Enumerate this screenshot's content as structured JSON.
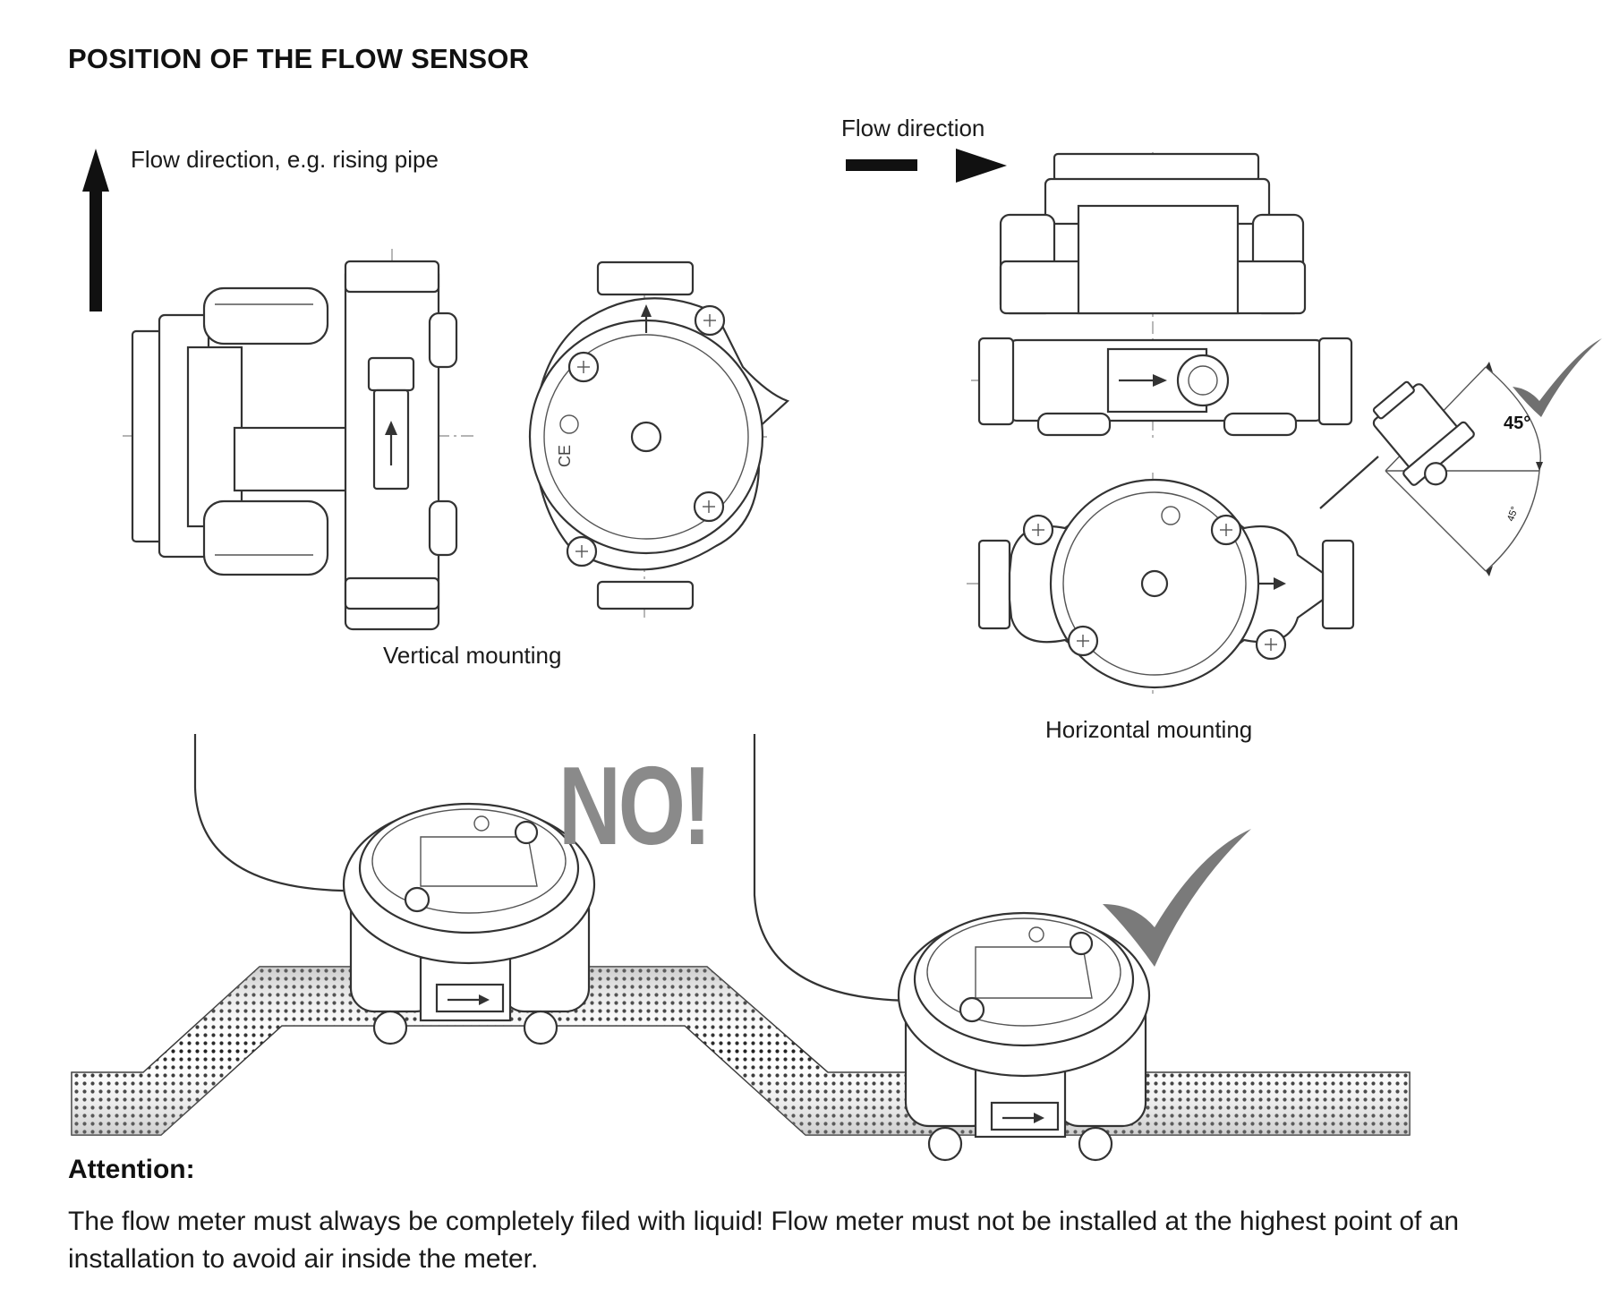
{
  "title": "POSITION OF THE FLOW SENSOR",
  "labels": {
    "flow_vertical": "Flow direction, e.g. rising pipe",
    "flow_horizontal": "Flow direction",
    "vertical_mounting": "Vertical mounting",
    "horizontal_mounting": "Horizontal mounting",
    "angle_big": "45°",
    "angle_small": "45°",
    "no": "NO!"
  },
  "attention": {
    "heading": "Attention:",
    "body": "The flow meter must always be completely filed with liquid! Flow meter must not be installed at the highest point of an installation to avoid air inside the meter."
  },
  "colors": {
    "check": "#7a7a7a",
    "no_text": "#8a8a8a",
    "pipe_dots": "#222222"
  }
}
